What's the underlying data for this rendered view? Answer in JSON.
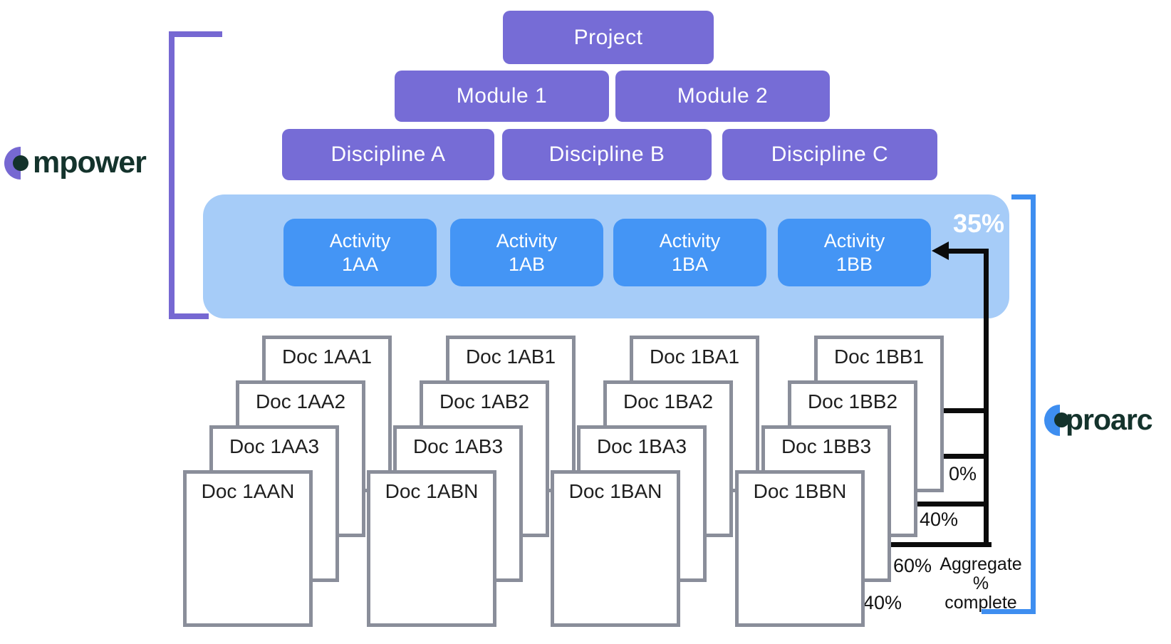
{
  "logos": {
    "mpower": {
      "text": "mpower"
    },
    "proarc": {
      "text": "proarc"
    }
  },
  "hierarchy": {
    "project": "Project",
    "modules": [
      "Module 1",
      "Module 2"
    ],
    "disciplines": [
      "Discipline A",
      "Discipline B",
      "Discipline C"
    ],
    "activities": [
      {
        "name": "Activity",
        "code": "1AA"
      },
      {
        "name": "Activity",
        "code": "1AB"
      },
      {
        "name": "Activity",
        "code": "1BA"
      },
      {
        "name": "Activity",
        "code": "1BB"
      }
    ]
  },
  "activity_group": {
    "aggregate_percent": "35%"
  },
  "documents": {
    "stacks": [
      {
        "activity": "1AA",
        "docs": [
          "Doc 1AA1",
          "Doc 1AA2",
          "Doc 1AA3",
          "Doc 1AAN"
        ]
      },
      {
        "activity": "1AB",
        "docs": [
          "Doc 1AB1",
          "Doc 1AB2",
          "Doc 1AB3",
          "Doc 1ABN"
        ]
      },
      {
        "activity": "1BA",
        "docs": [
          "Doc 1BA1",
          "Doc 1BA2",
          "Doc 1BA3",
          "Doc 1BAN"
        ]
      },
      {
        "activity": "1BB",
        "docs": [
          "Doc 1BB1",
          "Doc 1BB2",
          "Doc 1BB3",
          "Doc 1BBN"
        ]
      }
    ]
  },
  "aggregate": {
    "doc_percentages": [
      "0%",
      "40%",
      "60%",
      "40%"
    ],
    "caption_line1": "Aggregate",
    "caption_line2": "% complete"
  },
  "colors": {
    "purple": "#766CD6",
    "container_blue": "#A6CCF8",
    "activity_blue": "#4495F5",
    "card_border": "#8A8E9A",
    "black": "#0B0B0B",
    "bracket_purple": "#7668D2",
    "bracket_blue": "#3E8EF0",
    "logo_dark": "#14332C"
  }
}
